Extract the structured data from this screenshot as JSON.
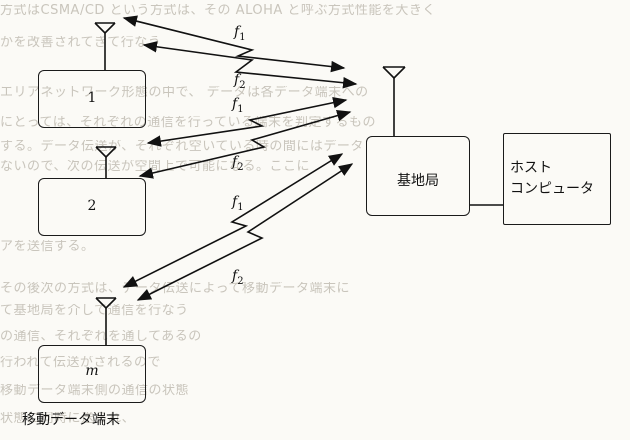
{
  "diagram": {
    "terminals": [
      {
        "label": "1"
      },
      {
        "label": "2"
      },
      {
        "label": "m"
      }
    ],
    "terminal_caption": "移動データ端末",
    "base_station": "基地局",
    "host": {
      "line1": "ホスト",
      "line2": "コンピュータ"
    },
    "freq_labels": [
      {
        "base": "f",
        "sub": "1"
      },
      {
        "base": "f",
        "sub": "2"
      },
      {
        "base": "f",
        "sub": "1"
      },
      {
        "base": "f",
        "sub": "2"
      },
      {
        "base": "f",
        "sub": "1"
      },
      {
        "base": "f",
        "sub": "2"
      }
    ],
    "background_text": [
      "方式はCSMA/CD という方式は、その ALOHA と呼ぶ方式性能を大きく",
      "かを改善されてきて行なう",
      "エリアネットワーク形態の中で、 データは各データ端末への",
      "にとっては、それぞれの通信を行っている端末を判定するもの",
      "する。データ伝送が、それぞれ空いている時の間にはデータ",
      "ないので、次の伝送が空間上で可能になる。ここに",
      "アを送信する。",
      "",
      "",
      "",
      "",
      "",
      "",
      "",
      "その後次の方式は、データ伝送によって移動データ端末に",
      "て基地局を介して通信を行なう",
      "の通信、それぞれを通してあるの",
      "行われて伝送がされるので",
      "移動データ端末側の通信の状態",
      "状態に同時に送られ、"
    ]
  }
}
